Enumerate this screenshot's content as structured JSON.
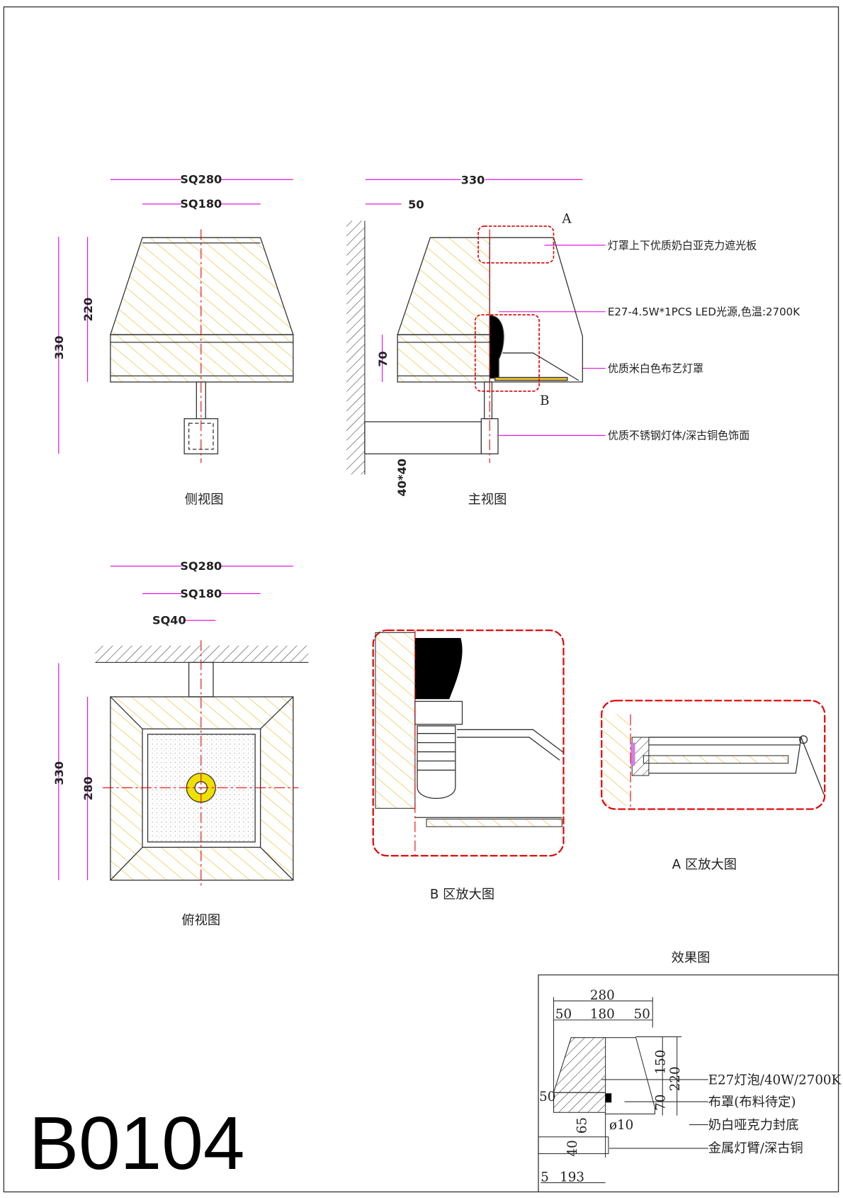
{
  "side_view": {
    "caption": "侧视图",
    "dim_sq280": "SQ280",
    "dim_sq180": "SQ180",
    "dim_330": "330",
    "dim_220": "220"
  },
  "front_view": {
    "caption": "主视图",
    "dim_330": "330",
    "dim_50": "50",
    "dim_70": "70",
    "dim_40x40": "40*40",
    "label_a": "A",
    "label_b": "B",
    "notes": [
      "灯罩上下优质奶白亚克力遮光板",
      "E27-4.5W*1PCS LED光源,色温:2700K",
      "优质米白色布艺灯罩",
      "优质不锈钢灯体/深古铜色饰面"
    ]
  },
  "top_view": {
    "caption": "俯视图",
    "dim_sq280": "SQ280",
    "dim_sq180": "SQ180",
    "dim_sq40": "SQ40",
    "dim_330": "330",
    "dim_280": "280"
  },
  "detail_b": {
    "caption": "B 区放大图"
  },
  "detail_a": {
    "caption": "A 区放大图"
  },
  "effect": {
    "caption": "效果图",
    "d280": "280",
    "d50a": "50",
    "d180": "180",
    "d50b": "50",
    "d150": "150",
    "d220": "220",
    "d70": "70",
    "d50c": "50",
    "d65": "65",
    "d10": "ø10",
    "d40": "40",
    "d5": "5",
    "d193": "193",
    "notes": [
      "E27灯泡/40W/2700K",
      "布罩(布料待定)",
      "奶白哑克力封底",
      "金属灯臂/深古铜"
    ]
  },
  "model_code": "B0104",
  "colors": {
    "dim": "#e000e0",
    "center": "#e00000",
    "hatch": "#e8c030",
    "cloud": "#e00000"
  }
}
